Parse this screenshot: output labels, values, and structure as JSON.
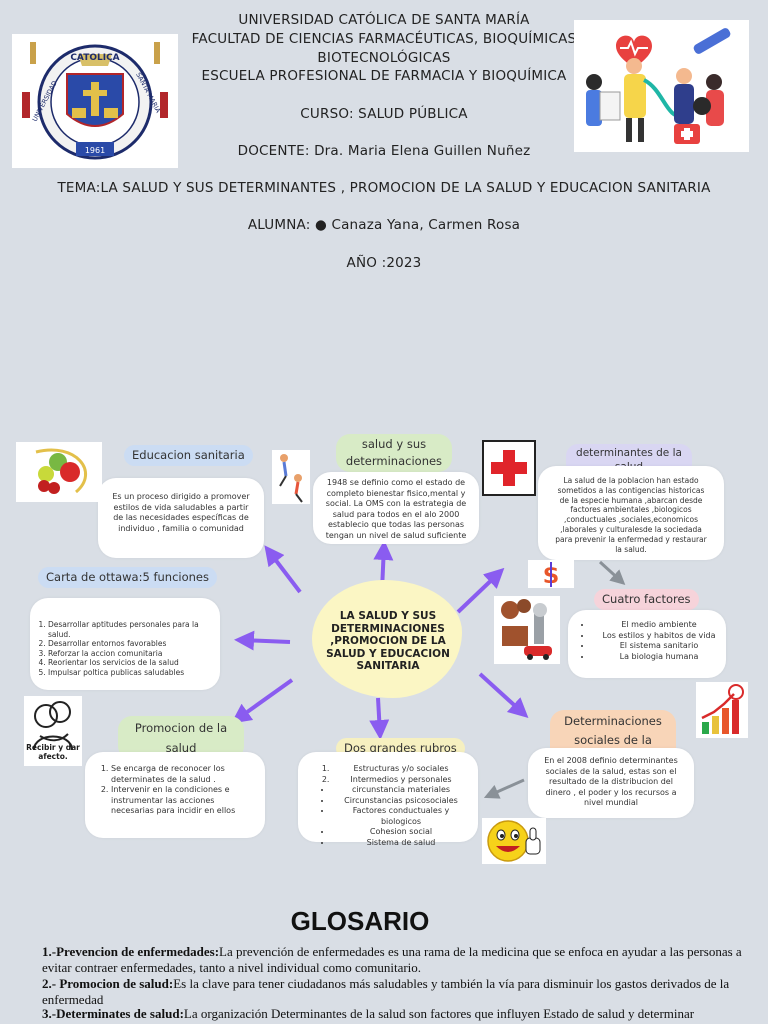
{
  "header": {
    "line1": "UNIVERSIDAD CATÓLICA DE SANTA MARÍA",
    "line2": "FACULTAD DE CIENCIAS FARMACÉUTICAS, BIOQUÍMICAS",
    "line3": "BIOTECNOLÓGICAS",
    "line4": "ESCUELA PROFESIONAL DE FARMACIA Y BIOQUÍMICA",
    "curso": "CURSO: SALUD PÚBLICA",
    "docente": "DOCENTE: Dra. Maria Elena Guillen Nuñez",
    "tema": "TEMA:LA SALUD Y SUS DETERMINANTES , PROMOCION DE LA SALUD Y EDUCACION SANITARIA",
    "alumna": "ALUMNA: ● Canaza Yana, Carmen Rosa",
    "anio": "AÑO :2023"
  },
  "logo": {
    "top_text": "CATOLICA",
    "left_text": "UNIVERSIDAD",
    "right_text": "SANTA MARIA",
    "bottom_text": "1961"
  },
  "center": {
    "title": "LA SALUD Y SUS DETERMINACIONES ,PROMOCION DE LA SALUD Y EDUCACION SANITARIA"
  },
  "nodes": {
    "educacion": {
      "title": "Educacion sanitaria",
      "text": "Es un proceso dirigido a promover estilos de vida saludables a partir de las necesidades específicas de individuo , familia o comunidad"
    },
    "salud": {
      "title": "salud y sus determinaciones",
      "text": "1948 se definio como el estado de completo bienestar fisico,mental y social. La OMS con la estrategia de salud para todos en el alo 2000 establecio que todas las personas tengan un nivel de salud suficiente"
    },
    "determinantes": {
      "title": "determinantes de la salud",
      "text": "La salud de la poblacion han estado sometidos a las contigencias historicas de la especie humana ,abarcan desde factores ambientales ,biologicos ,conductuales ,sociales,economicos ,laborales y culturalesde la sociedada para prevenir la enfermedad y restaurar la salud."
    },
    "cuatro": {
      "title": "Cuatro factores",
      "items": [
        "El medio ambiente",
        "Los estilos y habitos de vida",
        "El sistema sanitario",
        "La biologia humana"
      ]
    },
    "ottawa": {
      "title": "Carta de ottawa:5 funciones",
      "items": [
        "Desarrollar aptitudes personales para la salud.",
        "Desarrollar entornos favorables",
        "Reforzar la accion comunitaria",
        "Reorientar los servicios de la salud",
        "Impulsar poltica publicas saludables"
      ]
    },
    "promocion": {
      "title": "Promocion de la salud",
      "items": [
        "Se encarga de reconocer los determinates de la salud .",
        "Intervenir en la condiciones e instrumentar las acciones necesarias para incidir en ellos"
      ]
    },
    "rubros": {
      "title": "Dos grandes rubros",
      "numbered": [
        "Estructuras y/o sociales",
        "Intermedios y personales"
      ],
      "bullets": [
        "circunstancia materiales",
        "Circunstancias psicosociales",
        "Factores conductuales y biologicos",
        "Cohesion social",
        "Sistema de salud"
      ]
    },
    "sociales": {
      "title": "Determinaciones sociales de la salud",
      "text": "En el 2008 definio determinantes sociales de la salud, estas son el resultado de la distribucion del dinero , el poder y los recursos a nivel mundial"
    }
  },
  "hug_caption": "Recibir y dar afecto.",
  "glosario": {
    "title": "GLOSARIO",
    "items": [
      {
        "term": "1.-Prevencion de enfermedades:",
        "def": "La prevención de enfermedades es una rama de la medicina que se enfoca en ayudar a las personas a evitar contraer enfermedades, tanto a nivel individual como comunitario."
      },
      {
        "term": "2.- Promocion de salud:",
        "def": "Es la clave para tener ciudadanos más saludables y también la vía para disminuir los gastos derivados de la enfermedad"
      },
      {
        "term": "3.-Determinates de salud:",
        "def": "La organización Determinantes de la salud son factores que influyen Estado de salud y determinar"
      }
    ]
  },
  "colors": {
    "background": "#d9dee5",
    "pill_blue": "#cbdcf3",
    "pill_green": "#d8ebc6",
    "pill_pink": "#f6d3da",
    "pill_orange": "#f8d5b8",
    "pill_yellow": "#f6f0c0",
    "pill_lavender": "#d9d6f2",
    "arrow_purple": "#8a5cf0",
    "arrow_gray": "#8a9198",
    "center_yellow": "#fbf6c4"
  }
}
